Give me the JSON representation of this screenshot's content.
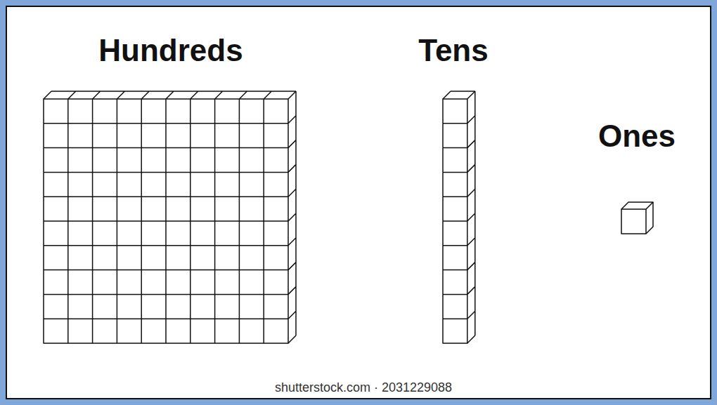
{
  "diagram": {
    "labels": [
      "Hundreds",
      "Tens",
      "Ones",
      "shutterstock.com · 2031229088"
    ]
  }
}
